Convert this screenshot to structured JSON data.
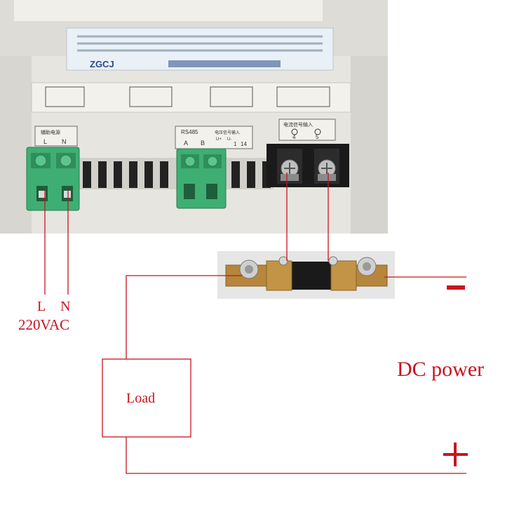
{
  "device": {
    "brand": "ZGCJ",
    "aux_power_label": "辅助电源",
    "aux_terminals": [
      "L",
      "N"
    ],
    "rs485_label": "RS485",
    "rs485_terminals": [
      "A",
      "B"
    ],
    "voltage_input_label": "电压信号输入",
    "voltage_terminals": [
      "U+",
      "U-",
      "1",
      "14"
    ],
    "current_input_label": "电流信号输入",
    "current_terminals": [
      "4",
      "5"
    ]
  },
  "annotations": {
    "line_label": "L",
    "neutral_label": "N",
    "ac_supply": "220VAC",
    "load": "Load",
    "dc_power": "DC power",
    "negative": "−",
    "positive": "+"
  },
  "colors": {
    "wire": "#c8141e",
    "device_body": "#e4e2dc",
    "terminal_green": "#3fae73",
    "terminal_black": "#1a1a1a",
    "shunt_brass": "#b5863c"
  }
}
